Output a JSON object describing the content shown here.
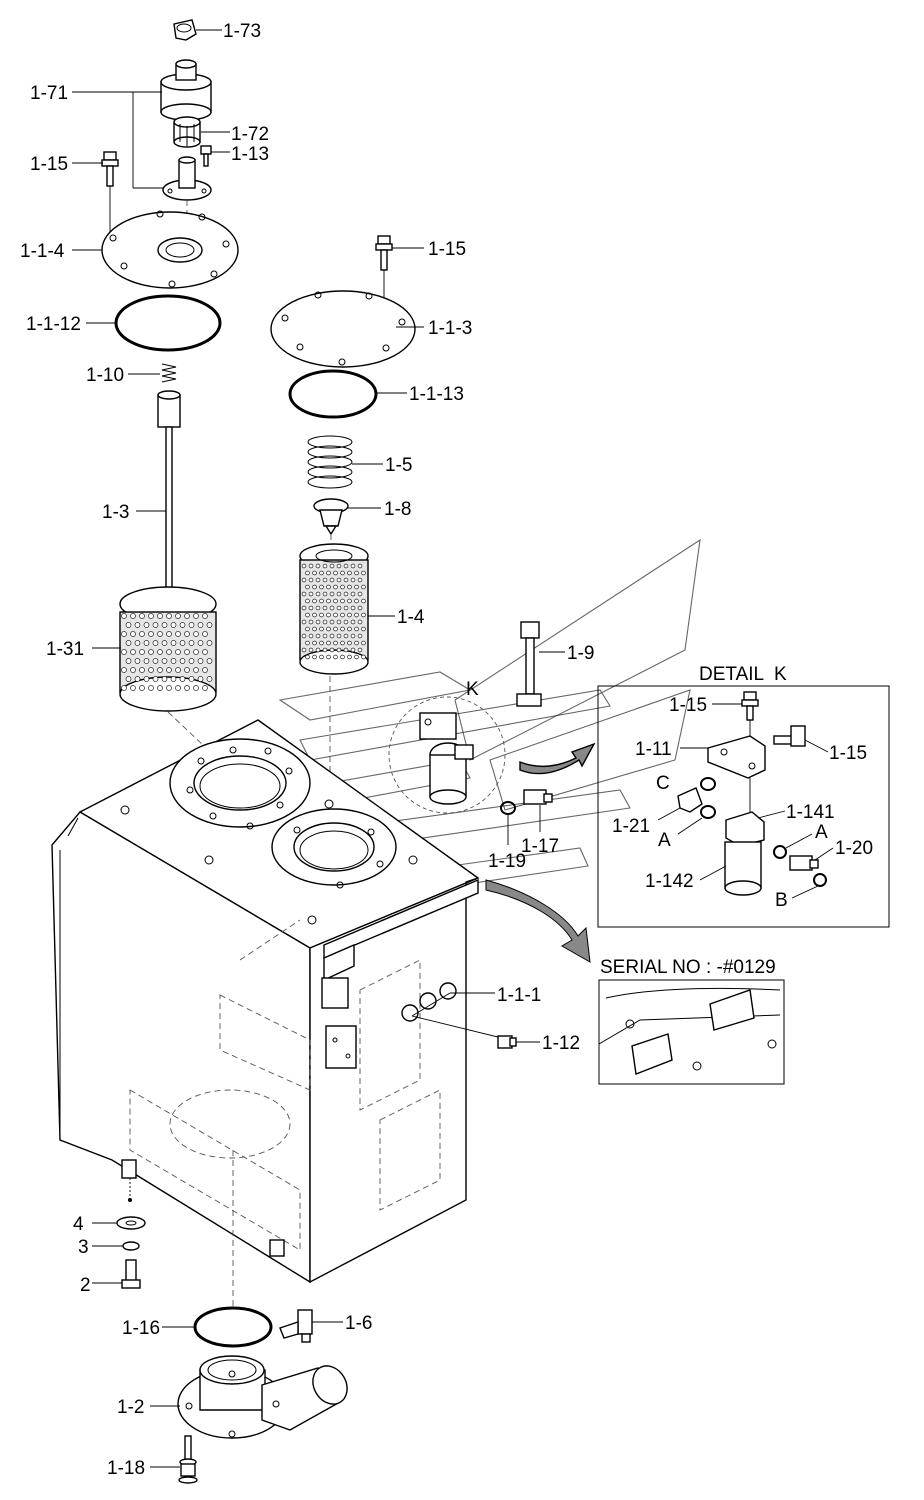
{
  "labels": {
    "l_1_73": "1-73",
    "l_1_71": "1-71",
    "l_1_72": "1-72",
    "l_1_13": "1-13",
    "l_1_15_a": "1-15",
    "l_1_1_4": "1-1-4",
    "l_1_15_b": "1-15",
    "l_1_1_12": "1-1-12",
    "l_1_1_3": "1-1-3",
    "l_1_10": "1-10",
    "l_1_1_13": "1-1-13",
    "l_1_5": "1-5",
    "l_1_3": "1-3",
    "l_1_8": "1-8",
    "l_1_4": "1-4",
    "l_1_31": "1-31",
    "l_1_9": "1-9",
    "l_k": "K",
    "l_1_19": "1-19",
    "l_1_17": "1-17",
    "l_1_1_1": "1-1-1",
    "l_1_12": "1-12",
    "l_4": "4",
    "l_3": "3",
    "l_2": "2",
    "l_1_16": "1-16",
    "l_1_6": "1-6",
    "l_1_2": "1-2",
    "l_1_18": "1-18"
  },
  "detail_k": {
    "title": "DETAIL  K",
    "l_1_15_top": "1-15",
    "l_1_11": "1-11",
    "l_1_15_right": "1-15",
    "l_c": "C",
    "l_1_141": "1-141",
    "l_1_21": "1-21",
    "l_a_left": "A",
    "l_a_right": "A",
    "l_1_20": "1-20",
    "l_1_142": "1-142",
    "l_b": "B"
  },
  "serial_detail": {
    "title": "SERIAL NO : -#0129"
  }
}
